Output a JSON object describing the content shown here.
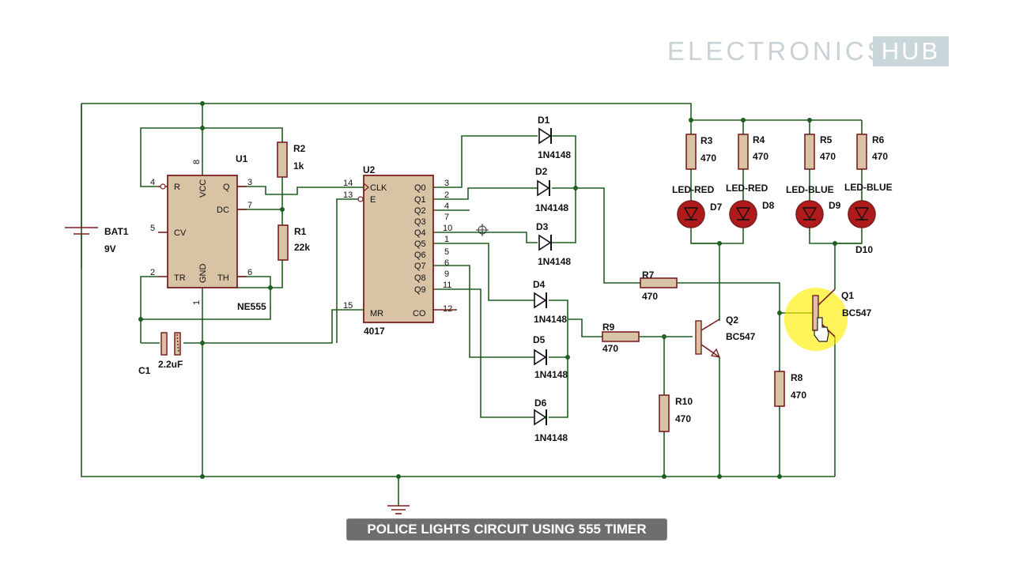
{
  "brand": {
    "logo_left": "ELECTRONICS",
    "logo_right": "HUB"
  },
  "caption": "POLICE LIGHTS CIRCUIT USING 555 TIMER",
  "colors": {
    "wire": "#1f5f1f",
    "component": "#7a1f1f",
    "fill": "#d8c3a5",
    "highlight": "#ffee00"
  },
  "battery": {
    "ref": "BAT1",
    "value": "9V"
  },
  "u1": {
    "ref": "U1",
    "part": "NE555",
    "pins": {
      "vcc": "VCC",
      "q": "Q",
      "r": "R",
      "dc": "DC",
      "cv": "CV",
      "tr": "TR",
      "gnd": "GND",
      "th": "TH"
    },
    "nums": {
      "n8": "8",
      "n4": "4",
      "n3": "3",
      "n7": "7",
      "n5": "5",
      "n2": "2",
      "n6": "6",
      "n1": "1"
    }
  },
  "u2": {
    "ref": "U2",
    "part": "4017",
    "pins": {
      "clk": "CLK",
      "e": "E",
      "mr": "MR",
      "co": "CO",
      "q0": "Q0",
      "q1": "Q1",
      "q2": "Q2",
      "q3": "Q3",
      "q4": "Q4",
      "q5": "Q5",
      "q6": "Q6",
      "q7": "Q7",
      "q8": "Q8",
      "q9": "Q9"
    },
    "nums": {
      "n14": "14",
      "n13": "13",
      "n15": "15",
      "n3": "3",
      "n2": "2",
      "n4": "4",
      "n7": "7",
      "n10": "10",
      "n1": "1",
      "n5": "5",
      "n6": "6",
      "n9": "9",
      "n11": "11",
      "n12": "12"
    }
  },
  "resistors": {
    "r1": {
      "ref": "R1",
      "value": "22k"
    },
    "r2": {
      "ref": "R2",
      "value": "1k"
    },
    "r3": {
      "ref": "R3",
      "value": "470"
    },
    "r4": {
      "ref": "R4",
      "value": "470"
    },
    "r5": {
      "ref": "R5",
      "value": "470"
    },
    "r6": {
      "ref": "R6",
      "value": "470"
    },
    "r7": {
      "ref": "R7",
      "value": "470"
    },
    "r8": {
      "ref": "R8",
      "value": "470"
    },
    "r9": {
      "ref": "R9",
      "value": "470"
    },
    "r10": {
      "ref": "R10",
      "value": "470"
    }
  },
  "capacitor": {
    "ref": "C1",
    "value": "2.2uF"
  },
  "diodes": {
    "d1": {
      "ref": "D1",
      "value": "1N4148"
    },
    "d2": {
      "ref": "D2",
      "value": "1N4148"
    },
    "d3": {
      "ref": "D3",
      "value": "1N4148"
    },
    "d4": {
      "ref": "D4",
      "value": "1N4148"
    },
    "d5": {
      "ref": "D5",
      "value": "1N4148"
    },
    "d6": {
      "ref": "D6",
      "value": "1N4148"
    }
  },
  "leds": {
    "d7": {
      "ref": "D7",
      "value": "LED-RED"
    },
    "d8": {
      "ref": "D8",
      "value": "LED-RED"
    },
    "d9": {
      "ref": "D9",
      "value": "LED-BLUE"
    },
    "d10": {
      "ref": "D10",
      "value": "LED-BLUE"
    }
  },
  "transistors": {
    "q1": {
      "ref": "Q1",
      "value": "BC547"
    },
    "q2": {
      "ref": "Q2",
      "value": "BC547"
    }
  }
}
